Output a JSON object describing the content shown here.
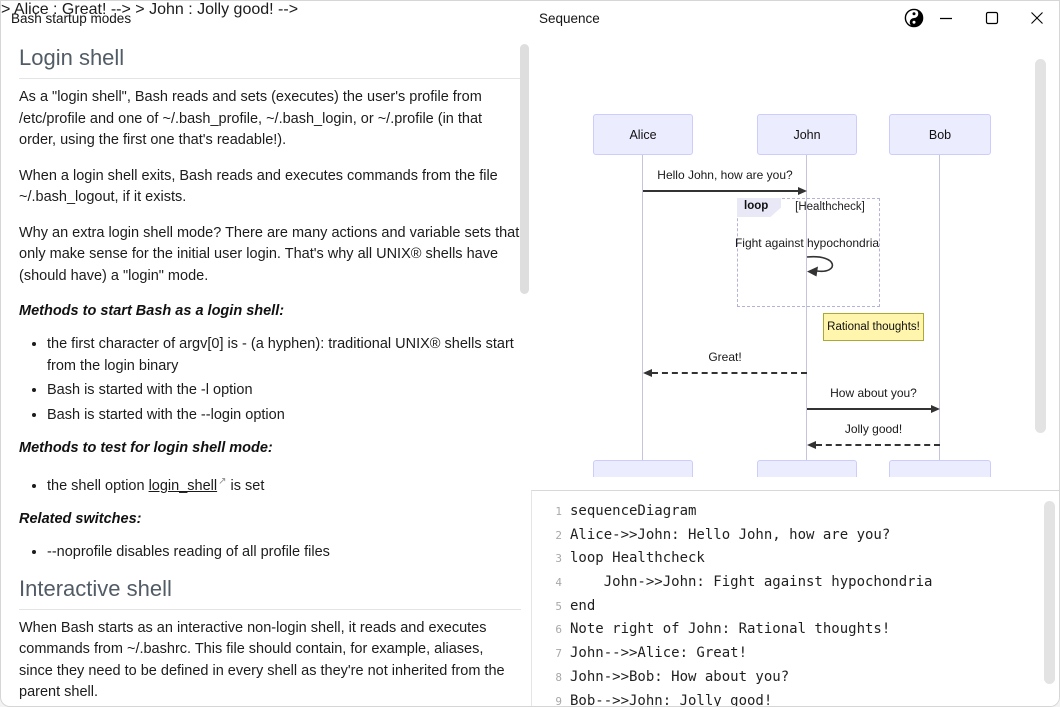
{
  "window": {
    "left_pane_title": "Bash startup modes",
    "right_pane_title": "Sequence",
    "controls": {
      "theme_toggle": "yin-yang",
      "minimize": "minimize",
      "maximize": "maximize",
      "close": "close"
    }
  },
  "doc": {
    "h2_login": "Login shell",
    "p1": "As a \"login shell\", Bash reads and sets (executes) the user's profile from /etc/profile and one of ~/.bash_profile, ~/.bash_login, or ~/.profile (in that order, using the first one that's readable!).",
    "p2": "When a login shell exits, Bash reads and executes commands from the file ~/.bash_logout, if it exists.",
    "p3": "Why an extra login shell mode? There are many actions and variable sets that only make sense for the initial user login. That's why all UNIX® shells have (should have) a \"login\" mode.",
    "h4_start": "Methods to start Bash as a login shell:",
    "start_items": [
      "the first character of argv[0] is - (a hyphen): traditional UNIX® shells start from the login binary",
      "Bash is started with the -l option",
      "Bash is started with the --login option"
    ],
    "h4_test": "Methods to test for login shell mode:",
    "test_item_prefix": "the shell option ",
    "test_item_link": "login_shell",
    "test_item_linkmark": "↗",
    "test_item_suffix": " is set",
    "h4_related": "Related switches:",
    "related_items": [
      "--noprofile disables reading of all profile files"
    ],
    "h2_interactive": "Interactive shell",
    "p4": "When Bash starts as an interactive non-login shell, it reads and executes commands from ~/.bashrc. This file should contain, for example, aliases, since they need to be defined in every shell as they're not inherited from the parent shell."
  },
  "diagram": {
    "actors": [
      "Alice",
      "John",
      "Bob"
    ],
    "messages": {
      "hello": "Hello John, how are you?",
      "loop_label": "loop",
      "loop_condition": "[Healthcheck]",
      "self_msg": "Fight against hypochondria",
      "note": "Rational thoughts!",
      "great": "Great!",
      "how": "How about you?",
      "jolly": "Jolly good!"
    },
    "colors": {
      "actor_fill": "#ECECFF",
      "actor_border": "#CCCCFF",
      "note_fill": "#FFF5AD",
      "note_border": "#AAAA33",
      "arrow": "#333333"
    }
  },
  "code": {
    "lines": [
      {
        "num": "1",
        "text": "sequenceDiagram"
      },
      {
        "num": "2",
        "text": "Alice->>John: Hello John, how are you?"
      },
      {
        "num": "3",
        "text": "loop Healthcheck"
      },
      {
        "num": "4",
        "text": "    John->>John: Fight against hypochondria"
      },
      {
        "num": "5",
        "text": "end"
      },
      {
        "num": "6",
        "text": "Note right of John: Rational thoughts!"
      },
      {
        "num": "7",
        "text": "John-->>Alice: Great!"
      },
      {
        "num": "8",
        "text": "John->>Bob: How about you?"
      },
      {
        "num": "9",
        "text": "Bob-->>John: Jolly good!"
      }
    ]
  }
}
